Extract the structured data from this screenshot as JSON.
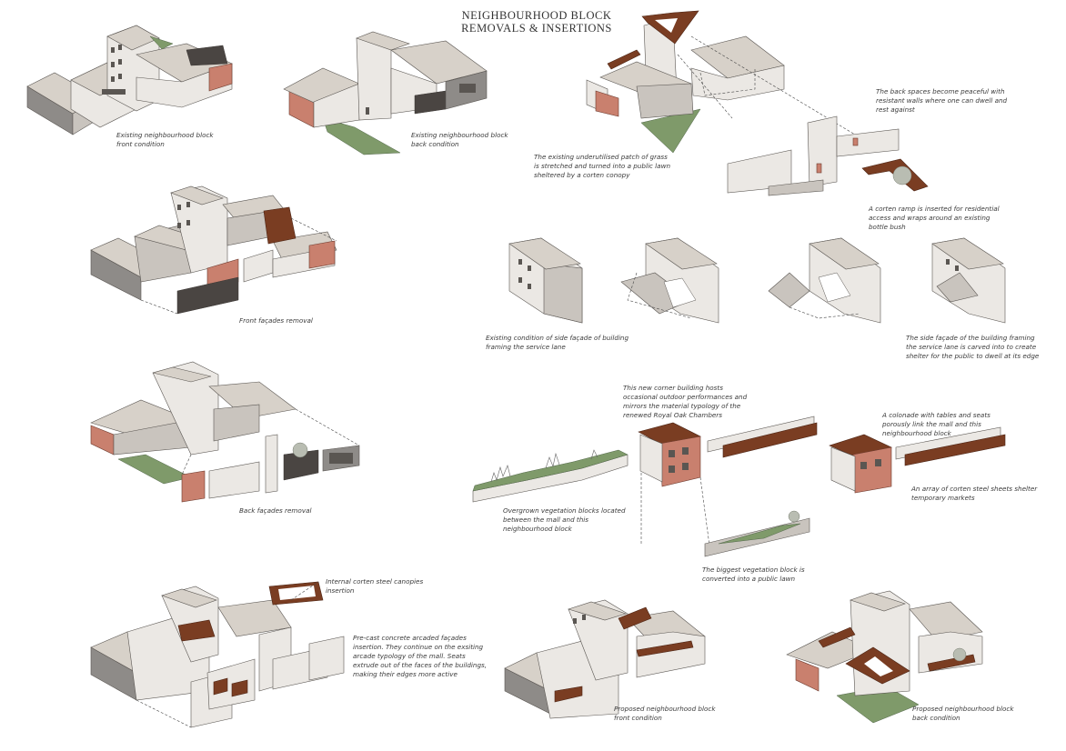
{
  "title": {
    "line1": "NEIGHBOURHOOD BLOCK",
    "line2": "REMOVALS & INSERTIONS"
  },
  "captions": {
    "front_condition": "Existing neighbourhood block front condition",
    "back_condition": "Existing neighbourhood block back condition",
    "grass_lawn": "The existing underutilised patch of grass is stretched and turned into a public lawn sheltered by a corten conopy",
    "back_spaces": "The back spaces become peaceful with resistant walls where one can dwell and rest against",
    "corten_ramp": "A corten ramp is inserted for residential access and wraps around an existing bottle bush",
    "front_removal": "Front façades removal",
    "side_existing": "Existing condition of side façade of building framing the service lane",
    "side_carved": "The side façade of the building framing the service lane is carved into to create shelter for the public to dwell at its edge",
    "corner_building": "This new corner building hosts occasional outdoor performances and mirrors the material typology of the renewed Royal Oak Chambers",
    "colonade": "A colonade with tables and seats porously link the mall and this neighbourhood block",
    "back_removal": "Back façades removal",
    "overgrown": "Overgrown vegetation blocks located between the mall and this neighbourhood block",
    "corten_sheets": "An array of corten steel sheets shelter temporary markets",
    "biggest_block": "The biggest vegetation block is converted into a public lawn",
    "canopies": "Internal corten steel canopies insertion",
    "precast": "Pre-cast concrete arcaded façades insertion. They continue on the exsiting arcade typology of the mall. Seats extrude out of the faces of the buildings, making their edges more active",
    "proposed_front": "Proposed neighbourhood block front condition",
    "proposed_back": "Proposed neighbourhood block back condition"
  },
  "palette": {
    "roof": "#d7d1c9",
    "wall_light": "#ebe8e4",
    "wall_mid": "#c9c4be",
    "wall_dark": "#8e8b88",
    "corten": "#7a3d22",
    "brick": "#c9806e",
    "grass": "#7f9a6a",
    "line": "#5a5652"
  }
}
